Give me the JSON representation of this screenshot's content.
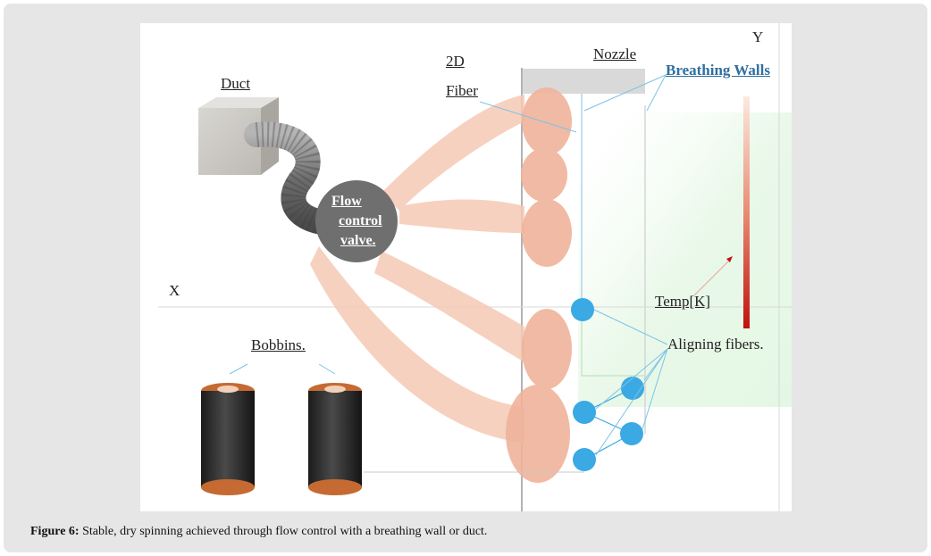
{
  "figure": {
    "labels": {
      "y_axis": "Y",
      "x_axis": "X",
      "nozzle": "Nozzle",
      "breathing_walls": "Breathing Walls",
      "fiber_2d_line1": "2D",
      "fiber_2d_line2": "Fiber",
      "duct": "Duct",
      "valve_line1": "Flow",
      "valve_line2": "control",
      "valve_line3": "valve.",
      "temp": "Temp[K]",
      "aligning": "Aligning fibers.",
      "bobbins": "Bobbins."
    },
    "colors": {
      "fiber": "#f6c9b4",
      "fiber_dark": "#eea58f",
      "valve": "#6f6f6f",
      "duct": "#8a8a8a",
      "nozzle": "#d9d9d9",
      "roller": "#3aa9e4",
      "temp_top": "#fde9df",
      "temp_bottom": "#c0120e",
      "green_zone": "#e4f7e4",
      "bobbin_body": "#2a2a2a",
      "bobbin_cap": "#c46a32",
      "label_blue": "#2f6fa0"
    }
  },
  "caption": {
    "label": "Figure 6:",
    "text": " Stable, dry spinning achieved through flow control with a breathing wall or duct."
  }
}
